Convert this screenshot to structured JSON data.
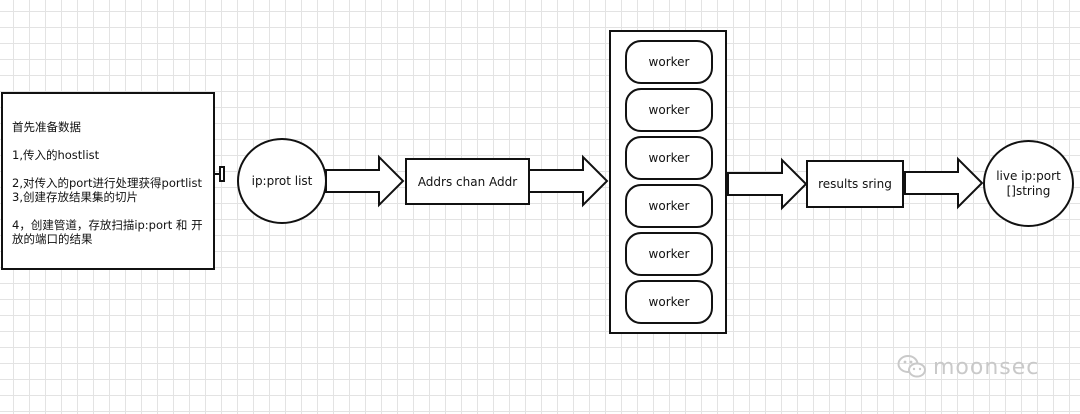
{
  "note": {
    "lines": [
      "首先准备数据",
      "1,传入的hostlist",
      "2,对传入的port进行处理获得portlist\n3,创建存放结果集的切片",
      "4，创建管道，存放扫描ip:port 和 开放的端口的结果"
    ]
  },
  "nodes": {
    "ip_list": "ip:prot list",
    "addrs_chan": "Addrs chan Addr",
    "workers": [
      "worker",
      "worker",
      "worker",
      "worker",
      "worker",
      "worker"
    ],
    "results": "results sring",
    "live_line1": "live ip:port",
    "live_line2": "[]string"
  },
  "edges": [
    {
      "from": "note",
      "to": "ip_list"
    },
    {
      "from": "ip_list",
      "to": "addrs_chan"
    },
    {
      "from": "addrs_chan",
      "to": "worker_pool"
    },
    {
      "from": "worker_pool",
      "to": "results"
    },
    {
      "from": "results",
      "to": "live_result"
    }
  ],
  "watermark": {
    "text": "moonsec",
    "icon": "wechat-icon"
  }
}
